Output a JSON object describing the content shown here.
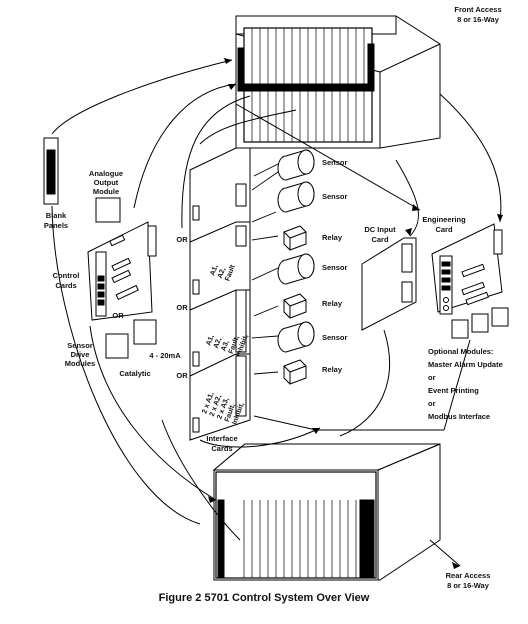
{
  "labels": {
    "front_access": [
      "Front Access",
      "8 or 16-Way"
    ],
    "rear_access": [
      "Rear Access",
      "8 or 16-Way"
    ],
    "analogue_output": [
      "Analogue",
      "Output",
      "Module"
    ],
    "blank_panels": [
      "Blank",
      "Panels"
    ],
    "control_cards": [
      "Control",
      "Cards"
    ],
    "sensor_drive": [
      "Sensor",
      "Drive",
      "Modules"
    ],
    "four_twenty": "4 - 20mA",
    "catalytic": "Catalytic",
    "or": "OR",
    "sensor": "Sensor",
    "relay": "Relay",
    "dc_input": [
      "DC Input",
      "Card"
    ],
    "engineering": [
      "Engineering",
      "Card"
    ],
    "optional_modules": [
      "Optional Modules:",
      "Master Alarm Update",
      "or",
      "Event Printing",
      "or",
      "Modbus Interface"
    ],
    "interface_cards": [
      "Interface",
      "Cards"
    ],
    "card1_text": [
      "A1,",
      "A2,",
      "Fault"
    ],
    "card2_text": [
      "A1,",
      "A2,",
      "A3,",
      "Fault,",
      "Inhibit,"
    ],
    "card3_text": [
      "2 x A1,",
      "2 x A2,",
      "2 x A3,",
      "Fault,",
      "Inhibit,"
    ]
  },
  "caption": "Figure 2  5701 Control System Over View"
}
